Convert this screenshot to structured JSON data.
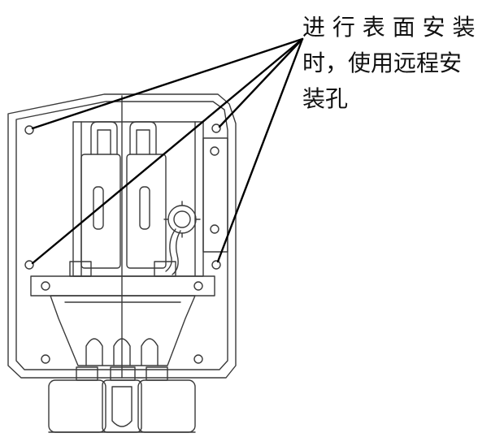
{
  "callout": {
    "line1": "进 行 表 面 安 装",
    "line2": "时，使用远程安",
    "line3": "装孔"
  },
  "colors": {
    "stroke": "#3a3a3a",
    "leader": "#000000",
    "background": "#ffffff"
  }
}
